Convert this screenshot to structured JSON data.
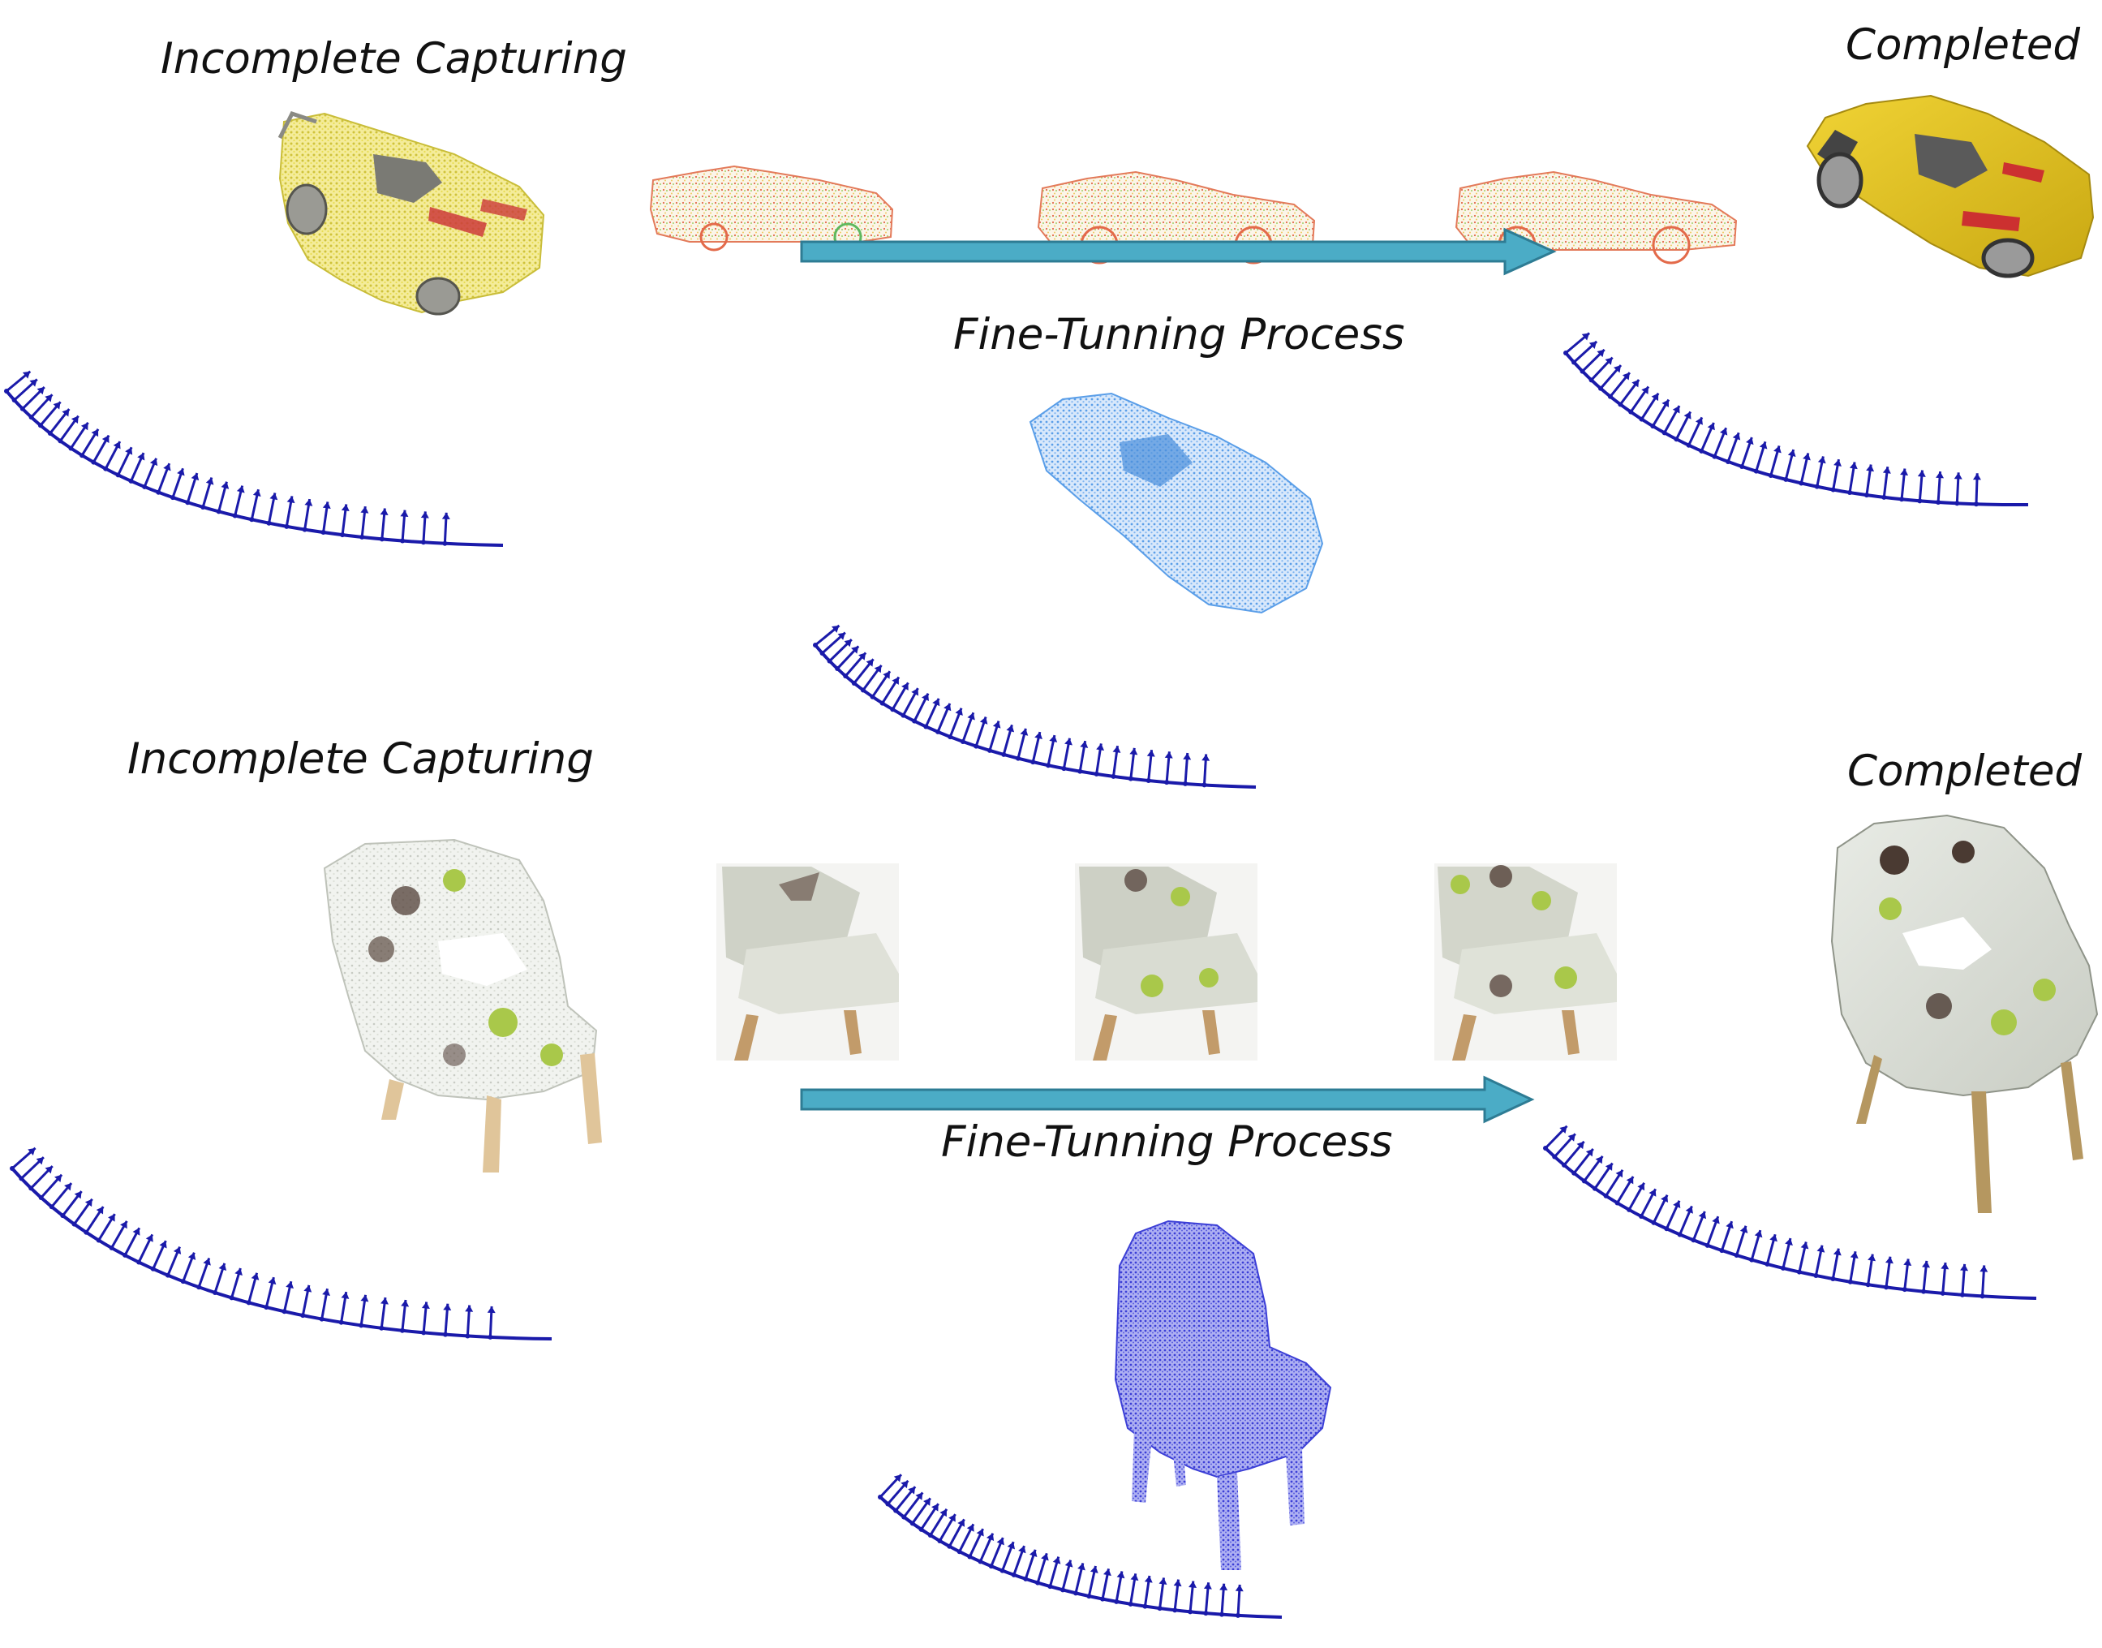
{
  "labels": {
    "car_incomplete": "Incomplete Capturing",
    "car_completed": "Completed",
    "car_process": "Fine-Tunning Process",
    "chair_incomplete": "Incomplete Capturing",
    "chair_completed": "Completed",
    "chair_process": "Fine-Tunning Process"
  },
  "colors": {
    "arrow_fill": "#4bacc6",
    "arrow_stroke": "#2e7c94",
    "camera_path": "#1a1aaa",
    "car_yellow": "#e3d64a",
    "car_blue_points": "#5a9ee8",
    "chair_white": "#e9ece6",
    "chair_green": "#a9c84a",
    "chair_blue_points": "#3c3fd6"
  },
  "icons": {
    "camera_trajectory": "camera-trajectory-arc",
    "point_cloud": "point-cloud",
    "progress_arrow": "right-arrow"
  }
}
